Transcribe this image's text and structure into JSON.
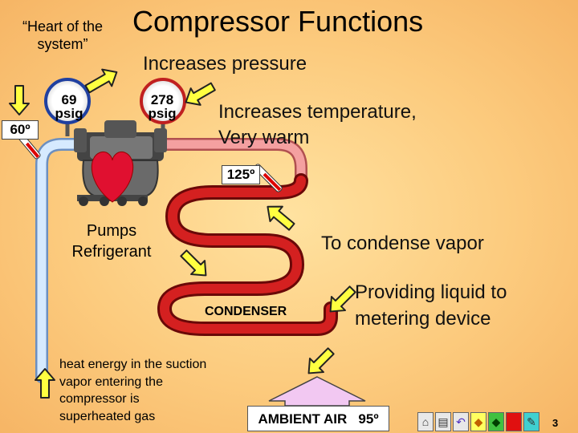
{
  "title": "Compressor Functions",
  "heart_note": "“Heart of the system”",
  "increases_pressure": "Increases pressure",
  "increases_temperature": "Increases temperature, Very warm",
  "to_condense": "To condense vapor",
  "providing_liquid": "Providing liquid to metering device",
  "pumps_refrigerant": "Pumps Refrigerant",
  "heat_energy_note": "heat energy in the suction vapor entering the compressor is superheated gas",
  "condenser_label": "CONDENSER",
  "ambient_label": "AMBIENT AIR",
  "ambient_temp": "95º",
  "gauge_suction": {
    "value": "69",
    "unit": "psig"
  },
  "gauge_discharge": {
    "value": "278",
    "unit": "psig"
  },
  "thermometer_suction": "60º",
  "thermometer_discharge": "125º",
  "page_number": "3",
  "colors": {
    "background": "#fccb7e",
    "suction_line": "#cfe6ff",
    "discharge_line": "#f08080",
    "condenser_coil": "#c81818",
    "heart": "#e01030",
    "arrow_fill": "#ffff40"
  },
  "nav_icons": [
    "home-icon",
    "document-icon",
    "undo-icon",
    "diamond-icon",
    "diamond-icon",
    "stop-icon",
    "pen-icon"
  ]
}
